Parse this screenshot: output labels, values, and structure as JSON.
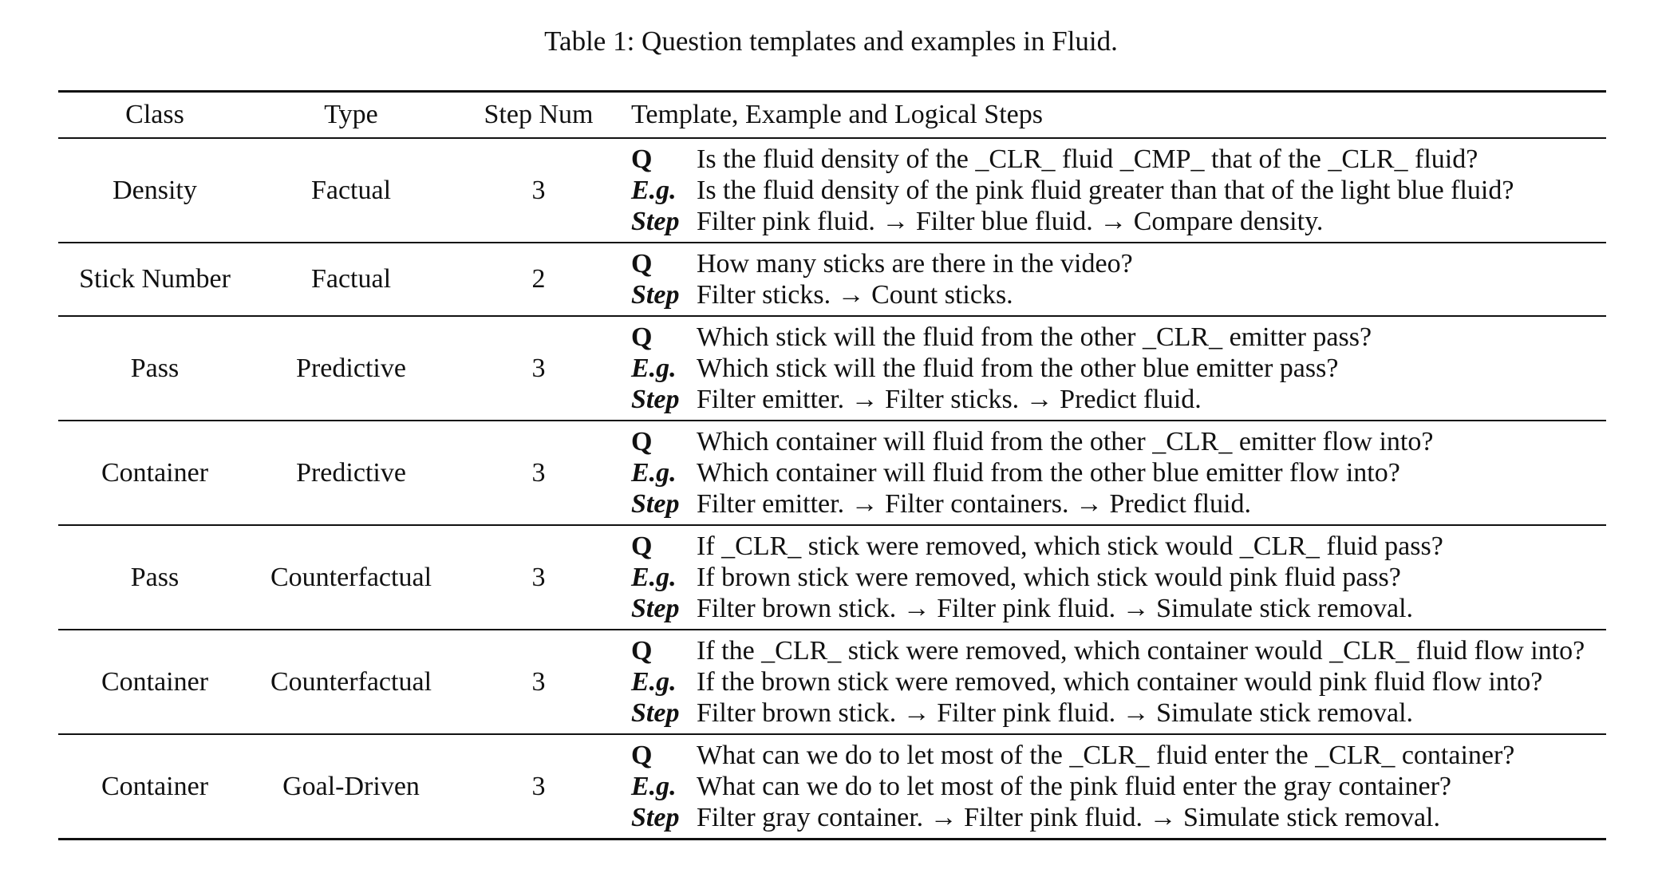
{
  "caption": "Table 1: Question templates and examples in Fluid.",
  "table": {
    "headers": {
      "class": "Class",
      "type": "Type",
      "step_num": "Step Num",
      "template": "Template, Example and Logical Steps"
    },
    "rows": [
      {
        "class": "Density",
        "type": "Factual",
        "step_num": "3",
        "lines": [
          {
            "tag": "Q",
            "text": "Is the fluid density of the _CLR_ fluid _CMP_ that of the _CLR_ fluid?"
          },
          {
            "tag": "E.g.",
            "text": "Is the fluid density of the pink fluid greater than that of the light blue fluid?"
          },
          {
            "tag": "Step",
            "text": "Filter pink fluid. → Filter blue fluid. → Compare density."
          }
        ]
      },
      {
        "class": "Stick Number",
        "type": "Factual",
        "step_num": "2",
        "lines": [
          {
            "tag": "Q",
            "text": "How many sticks are there in the video?"
          },
          {
            "tag": "Step",
            "text": "Filter sticks. → Count sticks."
          }
        ]
      },
      {
        "class": "Pass",
        "type": "Predictive",
        "step_num": "3",
        "lines": [
          {
            "tag": "Q",
            "text": "Which stick will the fluid from the other _CLR_ emitter pass?"
          },
          {
            "tag": "E.g.",
            "text": "Which stick will the fluid from the other blue emitter pass?"
          },
          {
            "tag": "Step",
            "text": "Filter emitter. → Filter sticks. → Predict fluid."
          }
        ]
      },
      {
        "class": "Container",
        "type": "Predictive",
        "step_num": "3",
        "lines": [
          {
            "tag": "Q",
            "text": "Which container will fluid from the other _CLR_ emitter flow into?"
          },
          {
            "tag": "E.g.",
            "text": "Which container will fluid from the other blue emitter flow into?"
          },
          {
            "tag": "Step",
            "text": "Filter emitter. → Filter containers. → Predict fluid."
          }
        ]
      },
      {
        "class": "Pass",
        "type": "Counterfactual",
        "step_num": "3",
        "lines": [
          {
            "tag": "Q",
            "text": "If _CLR_ stick were removed, which stick would _CLR_ fluid pass?"
          },
          {
            "tag": "E.g.",
            "text": "If brown stick were removed, which stick would pink fluid pass?"
          },
          {
            "tag": "Step",
            "text": "Filter brown stick. → Filter pink fluid. → Simulate stick removal."
          }
        ]
      },
      {
        "class": "Container",
        "type": "Counterfactual",
        "step_num": "3",
        "lines": [
          {
            "tag": "Q",
            "text": "If the _CLR_ stick were removed, which container would _CLR_ fluid flow into?"
          },
          {
            "tag": "E.g.",
            "text": "If the brown stick were removed, which container would pink fluid flow into?"
          },
          {
            "tag": "Step",
            "text": "Filter brown stick. → Filter pink fluid. → Simulate stick removal."
          }
        ]
      },
      {
        "class": "Container",
        "type": "Goal-Driven",
        "step_num": "3",
        "lines": [
          {
            "tag": "Q",
            "text": "What can we do to let most of the _CLR_ fluid enter the _CLR_ container?"
          },
          {
            "tag": "E.g.",
            "text": "What can we do to let most of the pink fluid enter the gray container?"
          },
          {
            "tag": "Step",
            "text": "Filter gray container. → Filter pink fluid. → Simulate stick removal."
          }
        ]
      }
    ]
  }
}
